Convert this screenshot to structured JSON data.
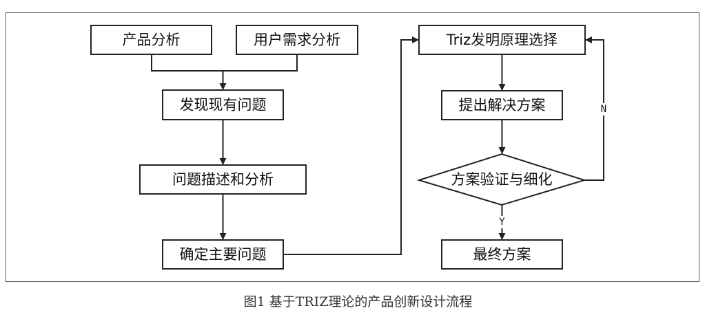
{
  "diagram": {
    "nodes": {
      "product_analysis": "产品分析",
      "user_needs_analysis": "用户需求分析",
      "find_existing_problems": "发现现有问题",
      "problem_description": "问题描述和分析",
      "determine_main_problem": "确定主要问题",
      "triz_principle_selection": "Triz发明原理选择",
      "propose_solution": "提出解决方案",
      "verify_refine": "方案验证与细化",
      "final_solution": "最终方案"
    },
    "edge_labels": {
      "no": "N",
      "yes": "Y"
    }
  },
  "caption": "图1 基于TRIZ理论的产品创新设计流程"
}
